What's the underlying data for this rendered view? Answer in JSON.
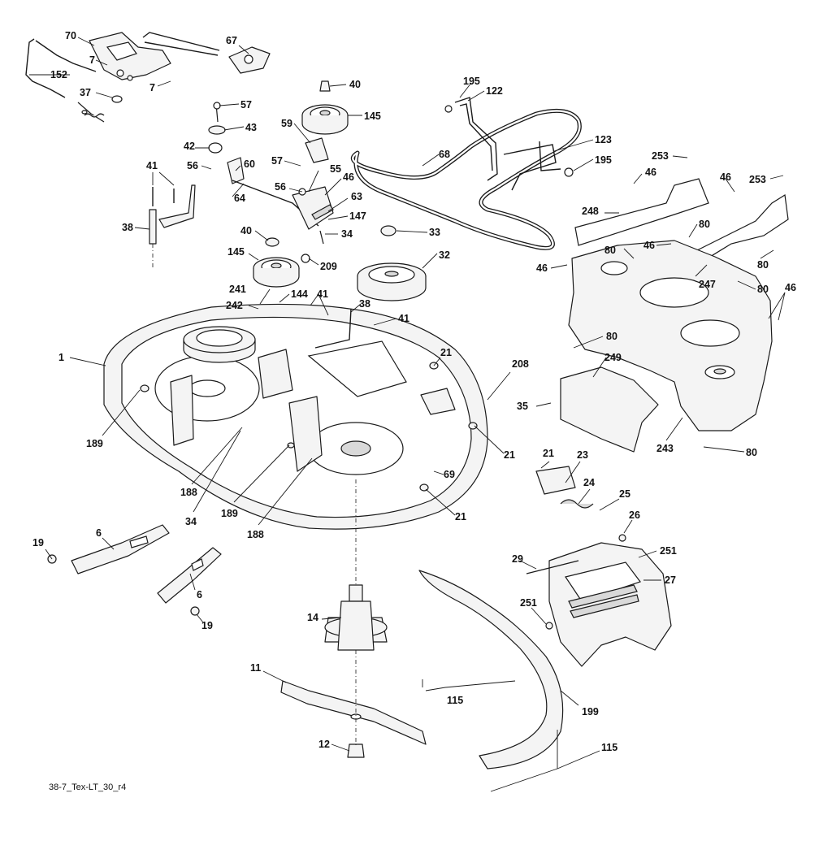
{
  "drawing_code": "38-7_Tex-LT_30_r4",
  "callouts": [
    {
      "id": "c70",
      "text": "70"
    },
    {
      "id": "c7a",
      "text": "7"
    },
    {
      "id": "c7b",
      "text": "7"
    },
    {
      "id": "c152",
      "text": "152"
    },
    {
      "id": "c37",
      "text": "37"
    },
    {
      "id": "c67",
      "text": "67"
    },
    {
      "id": "c40a",
      "text": "40"
    },
    {
      "id": "c145a",
      "text": "145"
    },
    {
      "id": "c57a",
      "text": "57"
    },
    {
      "id": "c43",
      "text": "43"
    },
    {
      "id": "c59",
      "text": "59"
    },
    {
      "id": "c42",
      "text": "42"
    },
    {
      "id": "c60",
      "text": "60"
    },
    {
      "id": "c56a",
      "text": "56"
    },
    {
      "id": "c57b",
      "text": "57"
    },
    {
      "id": "c55",
      "text": "55"
    },
    {
      "id": "c46a",
      "text": "46"
    },
    {
      "id": "c56b",
      "text": "56"
    },
    {
      "id": "c64",
      "text": "64"
    },
    {
      "id": "c63",
      "text": "63"
    },
    {
      "id": "c147",
      "text": "147"
    },
    {
      "id": "c34a",
      "text": "34"
    },
    {
      "id": "c41a",
      "text": "41"
    },
    {
      "id": "c38a",
      "text": "38"
    },
    {
      "id": "c40b",
      "text": "40"
    },
    {
      "id": "c145b",
      "text": "145"
    },
    {
      "id": "c209",
      "text": "209"
    },
    {
      "id": "c33",
      "text": "33"
    },
    {
      "id": "c32",
      "text": "32"
    },
    {
      "id": "c195a",
      "text": "195"
    },
    {
      "id": "c122",
      "text": "122"
    },
    {
      "id": "c68",
      "text": "68"
    },
    {
      "id": "c123",
      "text": "123"
    },
    {
      "id": "c195b",
      "text": "195"
    },
    {
      "id": "c253a",
      "text": "253"
    },
    {
      "id": "c46b",
      "text": "46"
    },
    {
      "id": "c46c",
      "text": "46"
    },
    {
      "id": "c253b",
      "text": "253"
    },
    {
      "id": "c248",
      "text": "248"
    },
    {
      "id": "c80a",
      "text": "80"
    },
    {
      "id": "c80b",
      "text": "80"
    },
    {
      "id": "c46d",
      "text": "46"
    },
    {
      "id": "c46e",
      "text": "46"
    },
    {
      "id": "c80c",
      "text": "80"
    },
    {
      "id": "c247",
      "text": "247"
    },
    {
      "id": "c80d",
      "text": "80"
    },
    {
      "id": "c46f",
      "text": "46"
    },
    {
      "id": "c241",
      "text": "241"
    },
    {
      "id": "c144",
      "text": "144"
    },
    {
      "id": "c41b",
      "text": "41"
    },
    {
      "id": "c242",
      "text": "242"
    },
    {
      "id": "c38b",
      "text": "38"
    },
    {
      "id": "c41c",
      "text": "41"
    },
    {
      "id": "c1",
      "text": "1"
    },
    {
      "id": "c21a",
      "text": "21"
    },
    {
      "id": "c208",
      "text": "208"
    },
    {
      "id": "c80e",
      "text": "80"
    },
    {
      "id": "c249",
      "text": "249"
    },
    {
      "id": "c35",
      "text": "35"
    },
    {
      "id": "c243",
      "text": "243"
    },
    {
      "id": "c80f",
      "text": "80"
    },
    {
      "id": "c189a",
      "text": "189"
    },
    {
      "id": "c21b",
      "text": "21"
    },
    {
      "id": "c69",
      "text": "69"
    },
    {
      "id": "c21c",
      "text": "21"
    },
    {
      "id": "c188a",
      "text": "188"
    },
    {
      "id": "c34b",
      "text": "34"
    },
    {
      "id": "c189b",
      "text": "189"
    },
    {
      "id": "c188b",
      "text": "188"
    },
    {
      "id": "c21d",
      "text": "21"
    },
    {
      "id": "c23",
      "text": "23"
    },
    {
      "id": "c24",
      "text": "24"
    },
    {
      "id": "c25",
      "text": "25"
    },
    {
      "id": "c26",
      "text": "26"
    },
    {
      "id": "c251a",
      "text": "251"
    },
    {
      "id": "c29",
      "text": "29"
    },
    {
      "id": "c27",
      "text": "27"
    },
    {
      "id": "c251b",
      "text": "251"
    },
    {
      "id": "c19a",
      "text": "19"
    },
    {
      "id": "c6a",
      "text": "6"
    },
    {
      "id": "c6b",
      "text": "6"
    },
    {
      "id": "c19b",
      "text": "19"
    },
    {
      "id": "c14",
      "text": "14"
    },
    {
      "id": "c11",
      "text": "11"
    },
    {
      "id": "c115a",
      "text": "115"
    },
    {
      "id": "c199",
      "text": "199"
    },
    {
      "id": "c12",
      "text": "12"
    },
    {
      "id": "c115b",
      "text": "115"
    }
  ]
}
